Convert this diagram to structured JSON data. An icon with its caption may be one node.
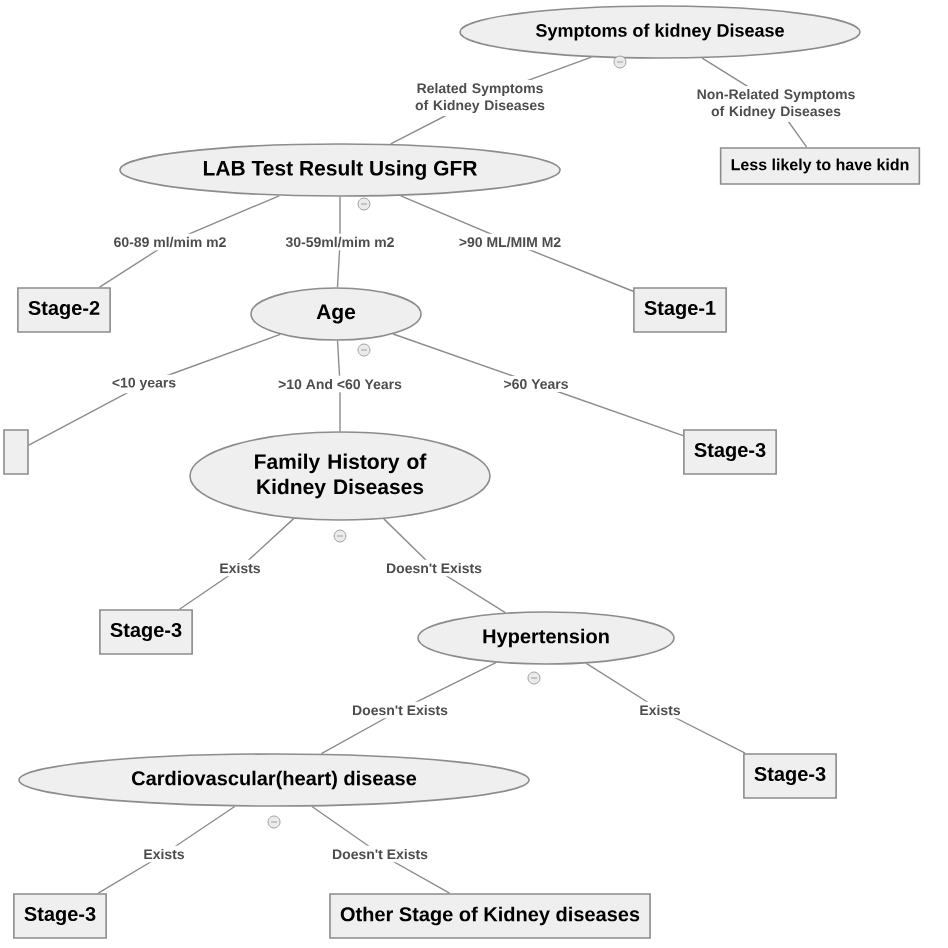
{
  "diagram": {
    "nodes": [
      {
        "text": [
          "Symptoms of kidney Disease"
        ]
      },
      {
        "text": [
          "LAB Test Result Using GFR"
        ]
      },
      {
        "text": [
          "Less likely to have kidn"
        ]
      },
      {
        "text": [
          "Stage-2"
        ]
      },
      {
        "text": [
          "Age"
        ]
      },
      {
        "text": [
          "Stage-1"
        ]
      },
      {
        "text": [],
        "shape": "box"
      },
      {
        "text": [
          "Family History of Kidney Diseases"
        ]
      },
      {
        "text": [
          "Stage-3"
        ]
      },
      {
        "text": [
          "Stage-3"
        ]
      },
      {
        "text": [
          "Hypertension"
        ]
      },
      {
        "text": [
          "Cardiovascular(heart) disease"
        ]
      },
      {
        "text": [
          "Stage-3"
        ]
      },
      {
        "text": [
          "Stage-3"
        ]
      },
      {
        "text": [
          "Other Stage of Kidney diseases"
        ]
      }
    ],
    "edges": [
      {
        "from": 0,
        "to": 1,
        "arrow": "none",
        "label": "Related Symptoms of Kidney Diseases"
      },
      {
        "from": 0,
        "to": 2,
        "arrow": "none",
        "label": "Non-Related Symptoms of Kidney Diseases"
      },
      {
        "from": 1,
        "to": 3,
        "arrow": "none",
        "label": "60-89 ml/mim m2"
      },
      {
        "from": 1,
        "to": 4,
        "arrow": "none",
        "label": "30-59ml/mim m2"
      },
      {
        "from": 1,
        "to": 5,
        "arrow": "none",
        "label": ">90 ML/MIM M2"
      },
      {
        "from": 4,
        "to": 6,
        "arrow": "none",
        "label": "<10 years"
      },
      {
        "from": 4,
        "to": 7,
        "arrow": "none",
        "label": ">10 And <60 Years"
      },
      {
        "from": 4,
        "to": 8,
        "arrow": "none",
        "label": ">60 Years"
      },
      {
        "from": 7,
        "to": 9,
        "arrow": "none",
        "label": "Exists"
      },
      {
        "from": 7,
        "to": 10,
        "arrow": "none",
        "label": "Doesn't Exists"
      },
      {
        "from": 10,
        "to": 11,
        "arrow": "none",
        "label": "Doesn't Exists"
      },
      {
        "from": 10,
        "to": 12,
        "arrow": "none",
        "label": "Exists"
      },
      {
        "from": 11,
        "to": 13,
        "arrow": "none",
        "label": "Exists"
      },
      {
        "from": 11,
        "to": 14,
        "arrow": "none",
        "label": "Doesn't Exists"
      }
    ]
  }
}
